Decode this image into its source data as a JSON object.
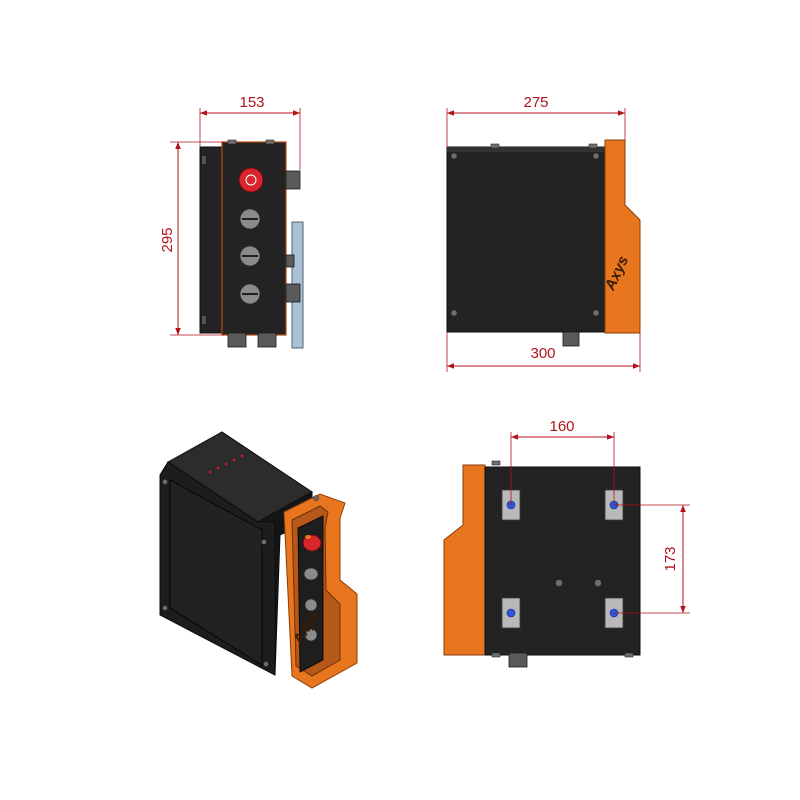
{
  "views": {
    "front": {
      "dim_width_label": "153",
      "dim_height_label": "295"
    },
    "side": {
      "dim_top_label": "275",
      "dim_bottom_label": "300",
      "logo_text": "Axys"
    },
    "iso": {
      "logo_text": "Axys"
    },
    "back": {
      "dim_width_label": "160",
      "dim_height_label": "173"
    }
  },
  "colors": {
    "dimension": "#b1121b",
    "enclosure": "#232323",
    "accent": "#e8761e",
    "rail": "#aac1d6",
    "emergency_stop": "#d8262d"
  }
}
